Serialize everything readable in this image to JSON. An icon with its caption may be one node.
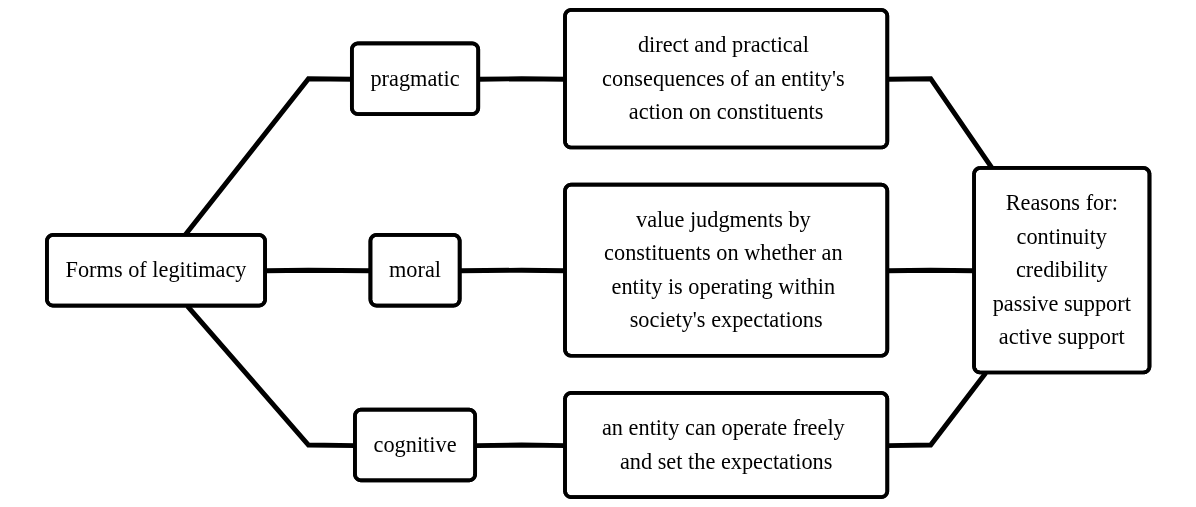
{
  "diagram": {
    "nodes": [
      {
        "text": [
          "Forms of legitimacy"
        ]
      },
      {
        "text": [
          "pragmatic"
        ]
      },
      {
        "text": [
          "direct and practical consequences of an entity's action on constituents"
        ]
      },
      {
        "text": [
          "moral"
        ]
      },
      {
        "text": [
          "value judgments by constituents on whether an entity is operating within society's expectations"
        ]
      },
      {
        "text": [
          "cognitive"
        ]
      },
      {
        "text": [
          "an entity can operate freely and set the expectations"
        ]
      },
      {
        "text": [
          "Reasons for:",
          "continuity",
          "credibility",
          "passive support",
          "active support"
        ]
      }
    ],
    "edges": [
      {
        "from": 0,
        "to": 1,
        "arrow": "none"
      },
      {
        "from": 0,
        "to": 3,
        "arrow": "none"
      },
      {
        "from": 0,
        "to": 5,
        "arrow": "none"
      },
      {
        "from": 1,
        "to": 2,
        "arrow": "none"
      },
      {
        "from": 3,
        "to": 4,
        "arrow": "none"
      },
      {
        "from": 5,
        "to": 6,
        "arrow": "none"
      },
      {
        "from": 2,
        "to": 7,
        "arrow": "none"
      },
      {
        "from": 4,
        "to": 7,
        "arrow": "none"
      },
      {
        "from": 6,
        "to": 7,
        "arrow": "none"
      }
    ]
  }
}
